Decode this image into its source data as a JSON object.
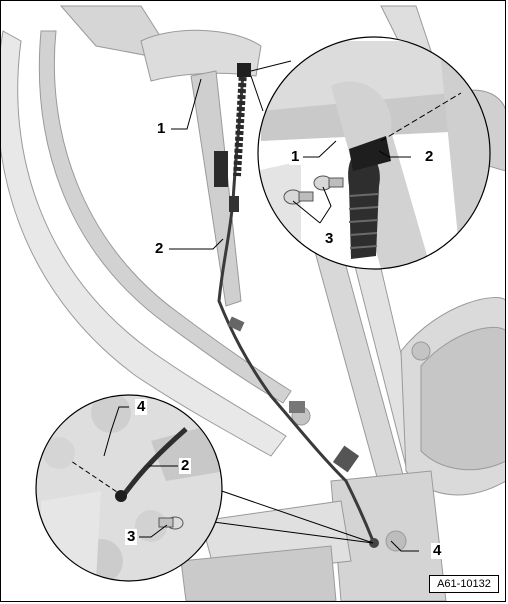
{
  "figure": {
    "reference_code": "A61-10132",
    "callouts": {
      "main_1": "1",
      "main_2": "2",
      "main_4": "4",
      "detail_top_1": "1",
      "detail_top_2": "2",
      "detail_top_3": "3",
      "detail_bottom_4": "4",
      "detail_bottom_2": "2",
      "detail_bottom_3": "3"
    }
  },
  "colors": {
    "line": "#000000",
    "part_light": "#e6e6e6",
    "part_mid": "#cfcfcf",
    "part_dark": "#b5b5b5",
    "cable": "#3a3a3a"
  }
}
